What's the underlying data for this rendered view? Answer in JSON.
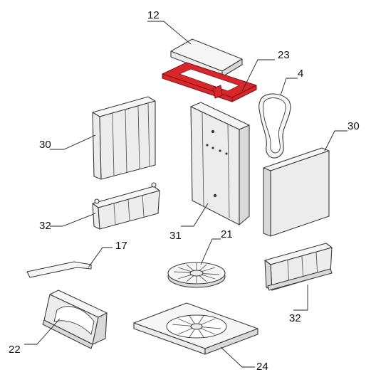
{
  "labels": {
    "p12": "12",
    "p23": "23",
    "p4": "4",
    "p30a": "30",
    "p30b": "30",
    "p31": "31",
    "p32a": "32",
    "p32b": "32",
    "p17": "17",
    "p21": "21",
    "p22": "22",
    "p24": "24"
  },
  "colors": {
    "highlighted_part": "#d8262b",
    "line": "#3a3a3a",
    "background": "#ffffff"
  }
}
